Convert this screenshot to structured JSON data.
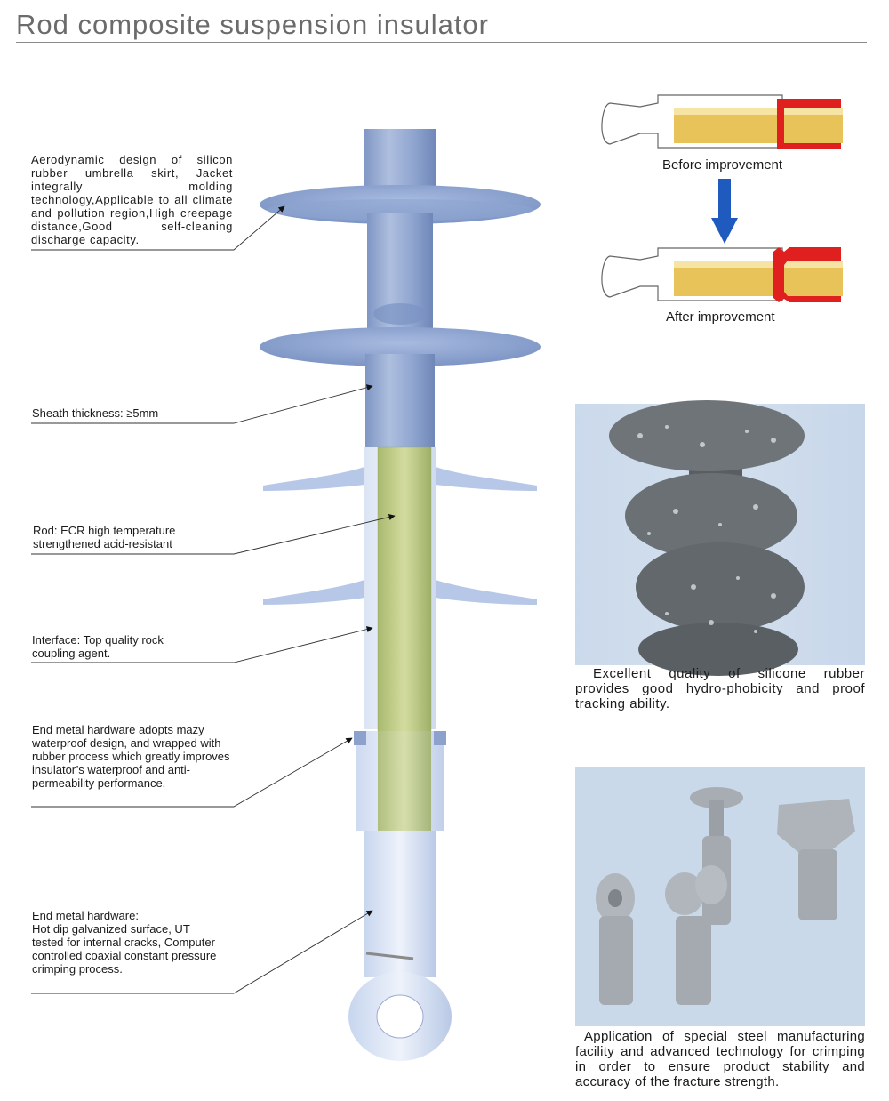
{
  "page": {
    "title": "Rod composite suspension  insulator"
  },
  "annotations": [
    {
      "id": "skirt",
      "text": "Aerodynamic design of silicon rubber umbrella skirt, Jacket integrally molding technology,Applicable to all climate and pollution region,High creepage distance,Good self-cleaning discharge capacity."
    },
    {
      "id": "sheath",
      "text": "Sheath thickness: ≥5mm"
    },
    {
      "id": "rod",
      "text": "Rod: ECR high temperature strengthened acid-resistant"
    },
    {
      "id": "interface",
      "text": "Interface: Top quality rock coupling agent."
    },
    {
      "id": "waterproof",
      "text": "End metal hardware adopts mazy waterproof design, and wrapped with rubber process which greatly improves insulator’s waterproof and anti-permeability performance."
    },
    {
      "id": "hardware",
      "line1": "End metal hardware:",
      "text": "Hot dip galvanized surface, UT tested for internal cracks, Computer controlled coaxial constant pressure crimping process."
    }
  ],
  "comparison": {
    "before_label": "Before improvement",
    "after_label": "After improvement"
  },
  "captions": {
    "silicone": "Excellent quality of silicone rubber provides good hydro-phobicity and proof tracking ability.",
    "steel": "Application of special steel manufacturing facility and advanced technology for crimping in order to ensure product stability and accuracy of the fracture strength."
  },
  "colors": {
    "insulator_blue": "#8fa6cf",
    "rod_green": "#b9c784",
    "crimp_red": "#e0201f",
    "rod_gold": "#e8c35a",
    "arrow_blue": "#1f5bbf"
  }
}
